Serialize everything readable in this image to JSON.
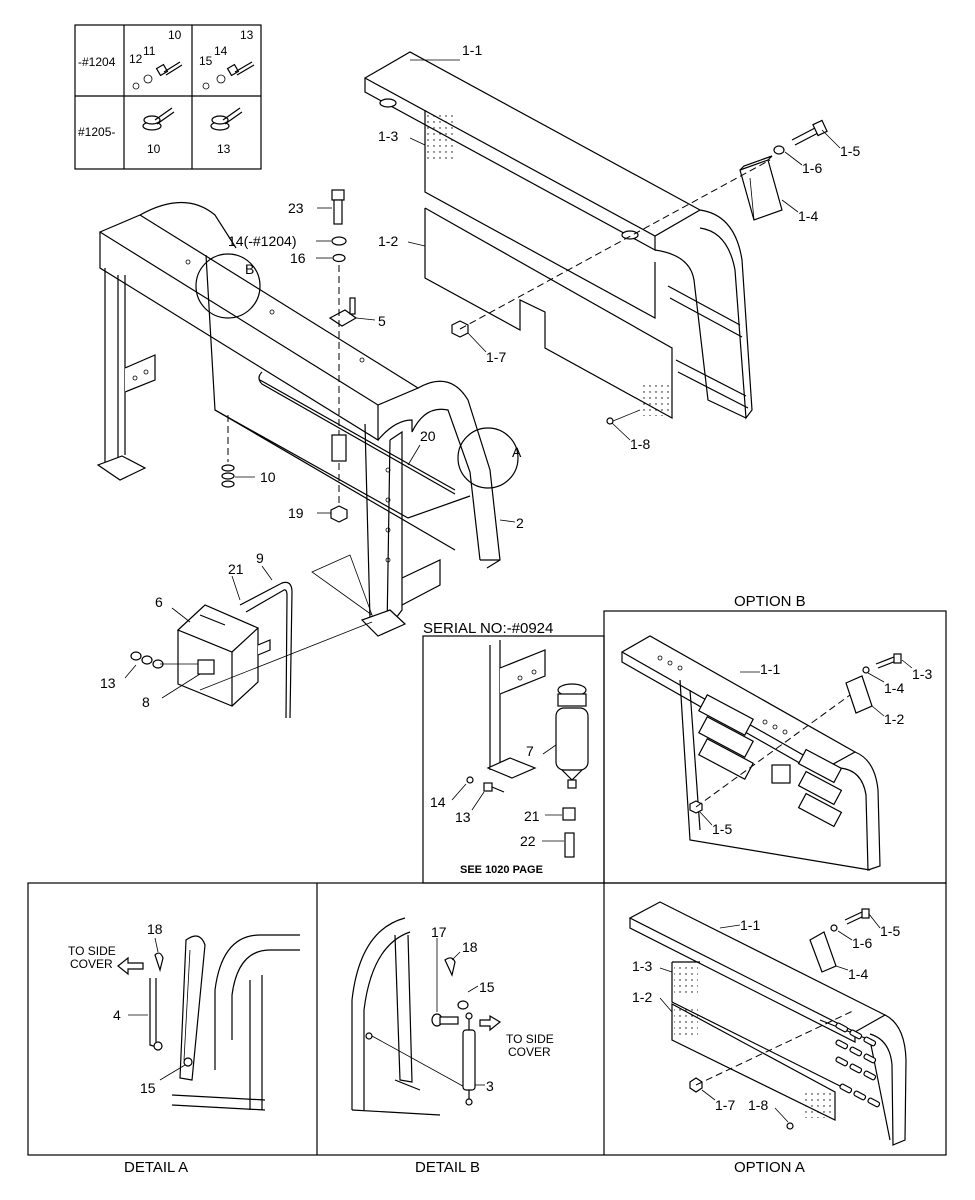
{
  "table": {
    "row1": "-#1204",
    "row2": "#1205-",
    "c10": "10",
    "c11": "11",
    "c12": "12",
    "c13": "13",
    "c14": "14",
    "c15": "15",
    "r2a": "10",
    "r2b": "13"
  },
  "main": {
    "p1_1": "1-1",
    "p1_3": "1-3",
    "p1_2": "1-2",
    "p1_5": "1-5",
    "p1_6": "1-6",
    "p1_4": "1-4",
    "p1_7": "1-7",
    "p1_8": "1-8",
    "p23": "23",
    "p14": "14(-#1204)",
    "p16": "16",
    "p5": "5",
    "pB": "B",
    "pA": "A",
    "p20": "20",
    "p2": "2",
    "p10": "10",
    "p19": "19",
    "p21": "21",
    "p9": "9",
    "p6": "6",
    "p13": "13",
    "p8": "8"
  },
  "serial": {
    "title": "SERIAL NO:-#0924",
    "p7": "7",
    "p14": "14",
    "p13": "13",
    "p21": "21",
    "p22": "22",
    "note": "SEE 1020 PAGE"
  },
  "option_b": {
    "title": "OPTION B",
    "p1_1": "1-1",
    "p1_3": "1-3",
    "p1_4": "1-4",
    "p1_2": "1-2",
    "p1_5": "1-5"
  },
  "detail_a": {
    "caption": "DETAIL A",
    "side1": "TO SIDE",
    "side2": "COVER",
    "p18": "18",
    "p4": "4",
    "p15": "15"
  },
  "detail_b": {
    "caption": "DETAIL B",
    "p17": "17",
    "p18": "18",
    "p15": "15",
    "side1": "TO SIDE",
    "side2": "COVER",
    "p3": "3"
  },
  "option_a": {
    "caption": "OPTION A",
    "p1_1": "1-1",
    "p1_5": "1-5",
    "p1_6": "1-6",
    "p1_4": "1-4",
    "p1_3": "1-3",
    "p1_2": "1-2",
    "p1_7": "1-7",
    "p1_8": "1-8"
  }
}
